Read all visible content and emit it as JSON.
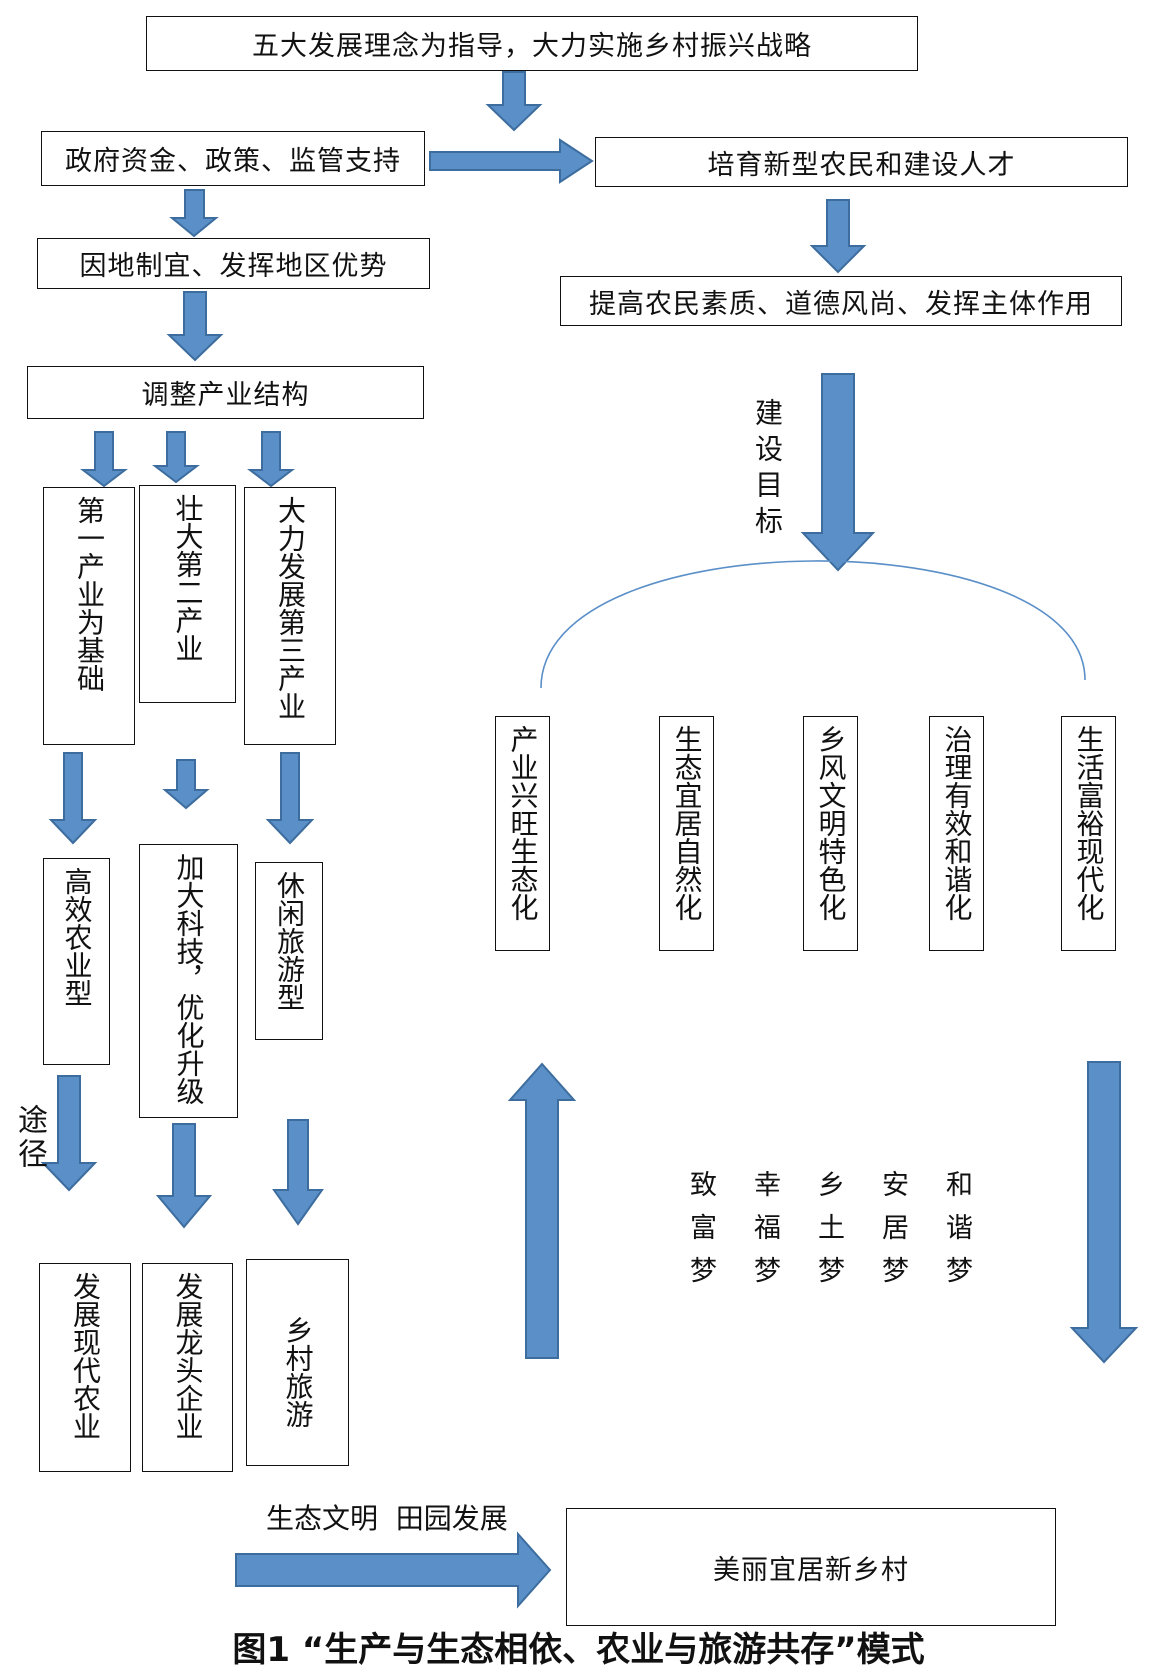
{
  "top_goal": "五大发展理念为指导，大力实施乡村振兴战略",
  "gov_support": "政府资金、政策、监管支持",
  "cultivate_farmers": "培育新型农民和建设人才",
  "local_advantage": "因地制宜、发挥地区优势",
  "improve_farmers": "提高农民素质、道德风尚、发挥主体作用",
  "adjust_industry": "调整产业结构",
  "industries": {
    "primary": "第一产业为基础",
    "secondary": "壮大第二产业",
    "tertiary": "大力发展第三产业"
  },
  "types": {
    "efficient_agri": "高效农业型",
    "tech_upgrade": "加大科技，优化升级",
    "leisure_tourism": "休闲旅游型"
  },
  "path_label": "途径",
  "outcomes": {
    "modern_agri": "发展现代农业",
    "leading_enterprise": "发展龙头企业",
    "rural_tourism": "乡村旅游"
  },
  "build_goal_label": "建设目标",
  "goals": [
    "产业兴旺生态化",
    "生态宜居自然化",
    "乡风文明特色化",
    "治理有效和谐化",
    "生活富裕现代化"
  ],
  "dreams": [
    "致富梦",
    "幸福梦",
    "乡土梦",
    "安居梦",
    "和谐梦"
  ],
  "bottom_label": "生态文明  田园发展",
  "final_goal": "美丽宜居新乡村",
  "caption": "图1  “生产与生态相依、农业与旅游共存”模式",
  "colors": {
    "arrow_fill": "#5a8fc8",
    "arrow_stroke": "#3d6d9e",
    "border": "#111111"
  }
}
